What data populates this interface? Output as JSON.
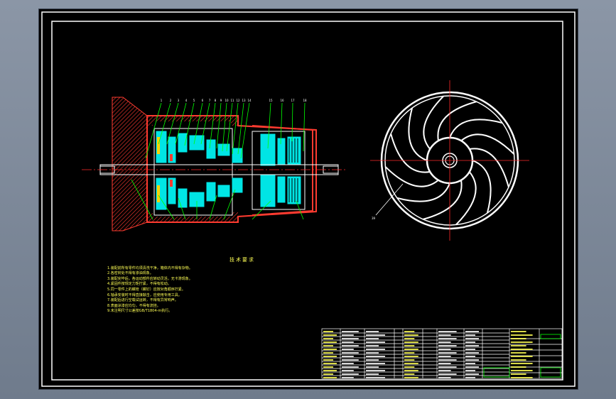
{
  "tech_requirements": {
    "title": "技术要求",
    "lines": [
      "1.装配前所有零件均须清洗干净，箱体内不得有杂物。",
      "2.各密封处不得有渗油现象。",
      "3.装配完毕后，各运动部件应转动灵活，无卡滞现象。",
      "4.紧固件按规定力矩拧紧，不得有松动。",
      "5.同一零件上的螺栓（螺钉）应按对角顺序拧紧。",
      "6.轴承安装时不得直接敲击，应使用专用工具。",
      "7.装配后进行空载试运转，不得有异常响声。",
      "8.表面涂漆应均匀，不得有流挂。",
      "9.未注明尺寸公差按GB/T1804-m执行。"
    ]
  },
  "part_labels": [
    "1",
    "2",
    "3",
    "4",
    "5",
    "6",
    "7",
    "8",
    "9",
    "10",
    "11",
    "12",
    "13",
    "14",
    "15",
    "16",
    "17",
    "18"
  ],
  "fan_label": "39",
  "colors": {
    "background": "#000000",
    "outline": "#ffffff",
    "section_hatch": "#ff3b30",
    "parts": "#00e5e5",
    "leader": "#00ff00",
    "centerline": "#ff2a2a",
    "text": "#ffff55"
  }
}
